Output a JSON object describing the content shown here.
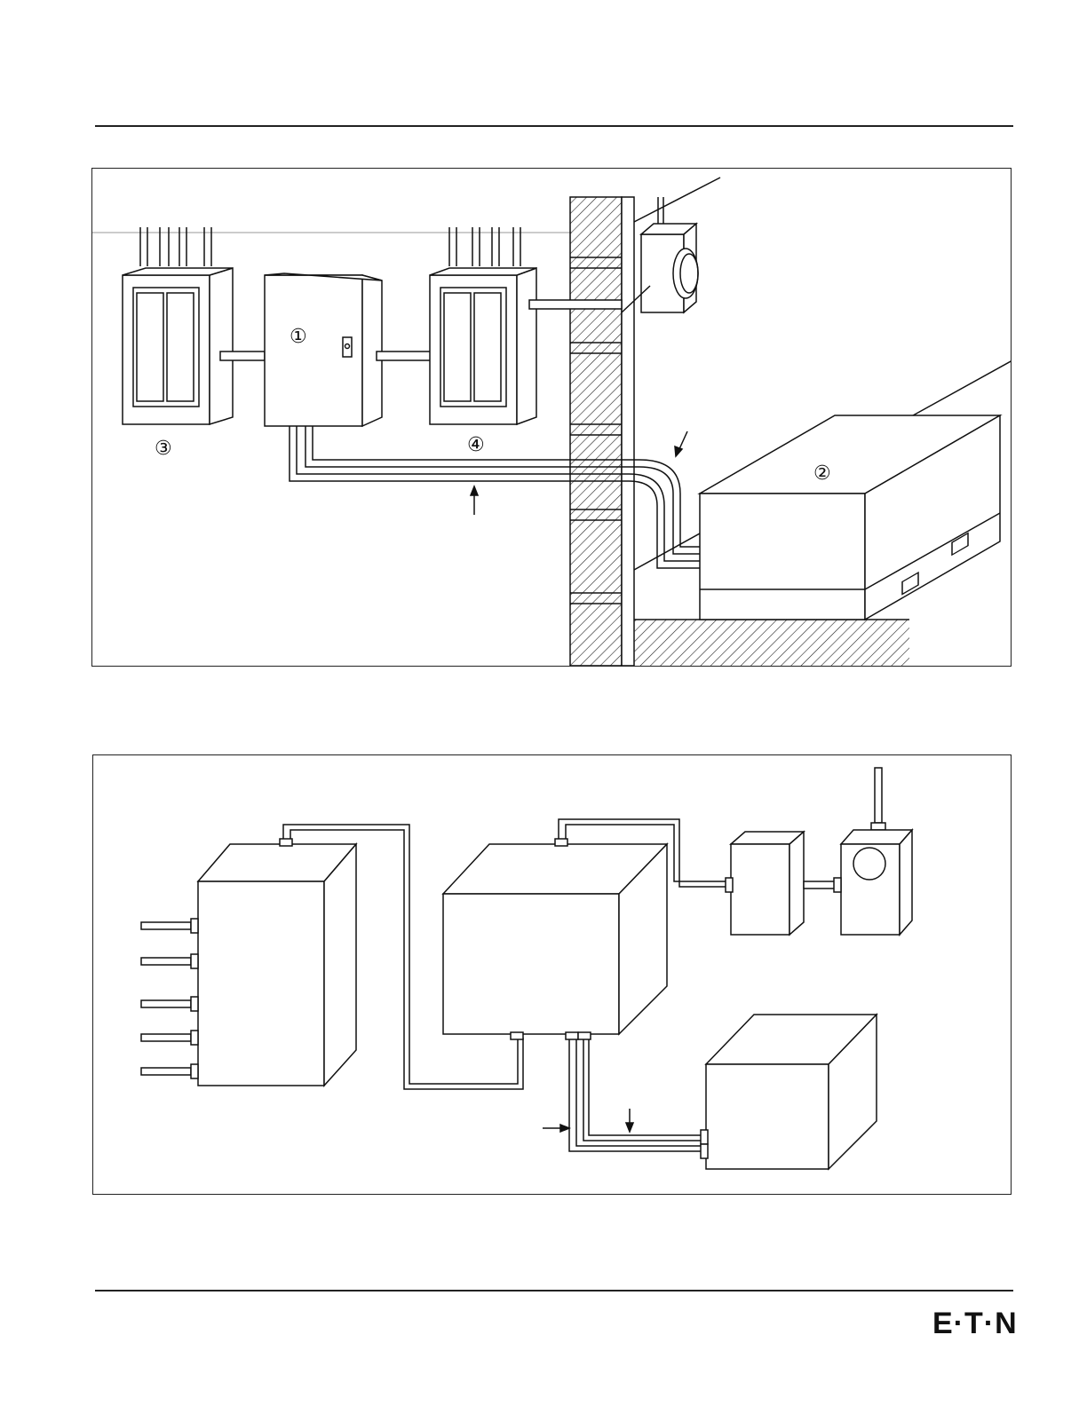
{
  "figure1": {
    "callouts": [
      "①",
      "②",
      "③",
      "④"
    ]
  },
  "footer": {
    "logo": "E·T·N",
    "logo_icon": "eaton-logo-icon"
  },
  "colors": {
    "line": "#111111",
    "paper": "#ffffff"
  }
}
